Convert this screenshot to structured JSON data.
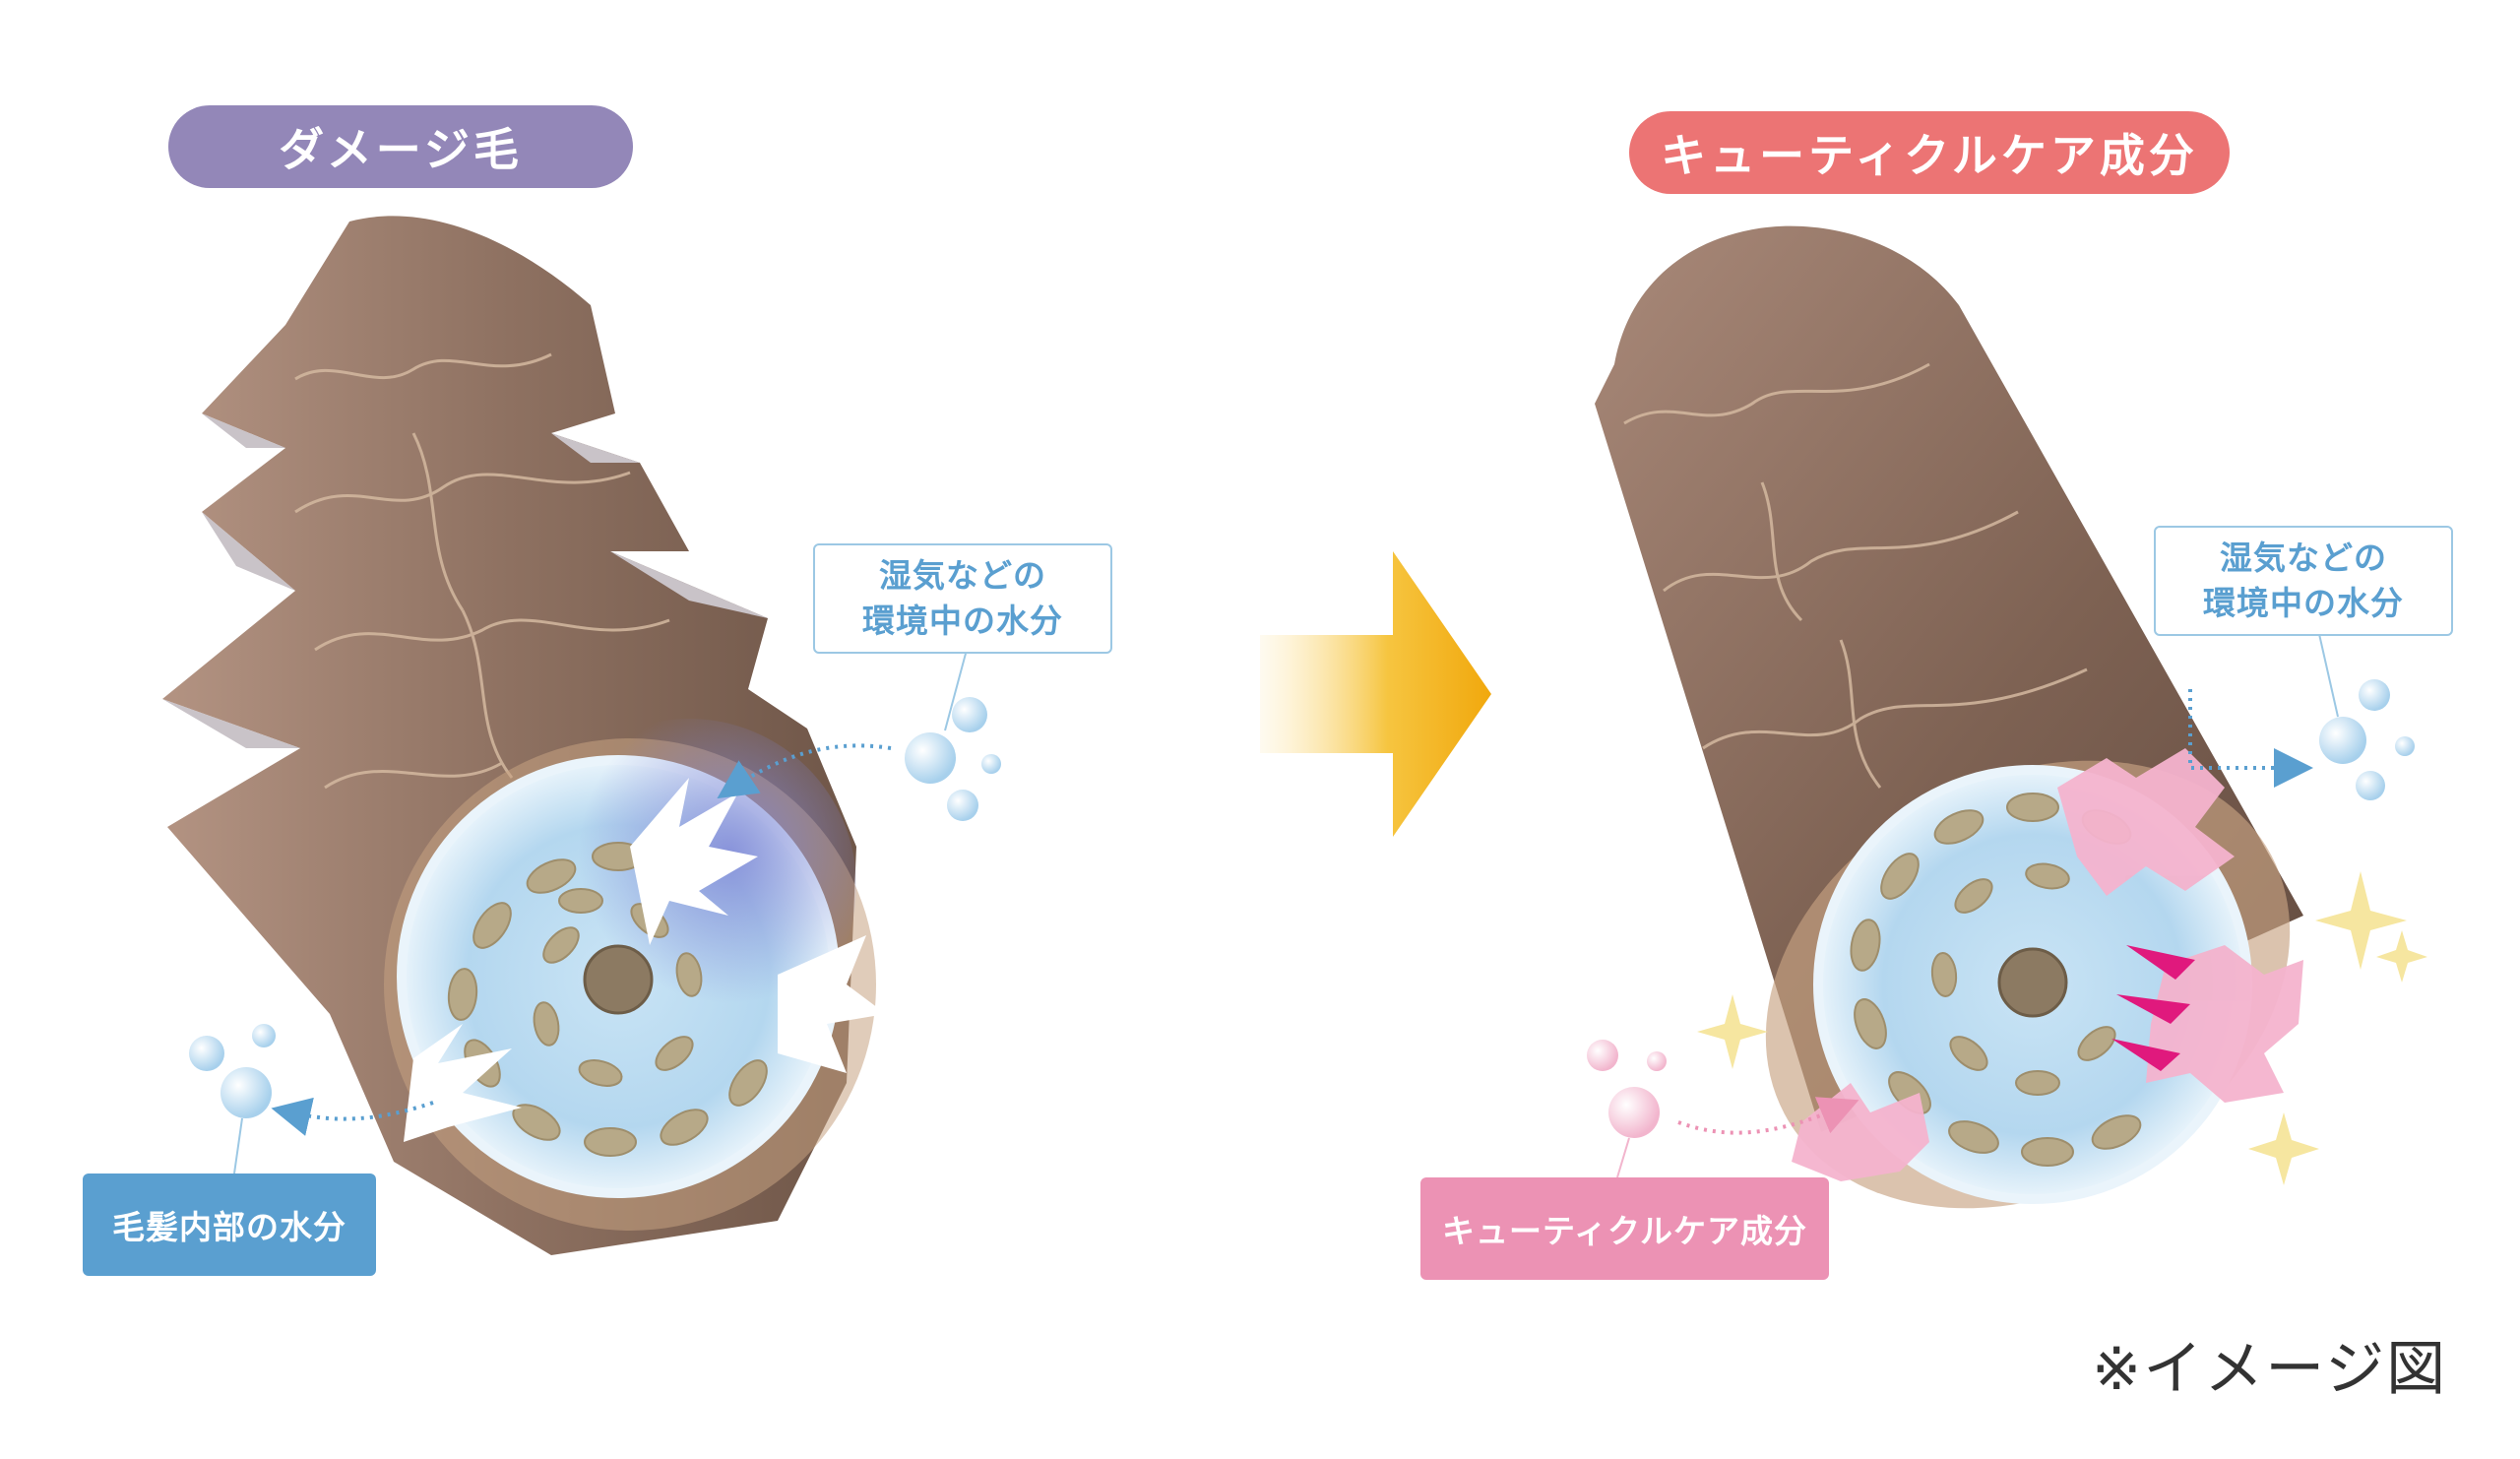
{
  "left_panel": {
    "title": "ダメージ毛",
    "callout_line1": "湿気などの",
    "callout_line2": "環境中の水分",
    "tag": "毛髪内部の水分"
  },
  "right_panel": {
    "title": "キューティクルケア成分",
    "callout_line1": "湿気などの",
    "callout_line2": "環境中の水分",
    "tag": "キューティクルケア成分"
  },
  "note": "※イメージ図",
  "colors": {
    "damaged_title": "#9387b8",
    "care_title": "#ec7474",
    "moisture_blue": "#5a9fd0",
    "care_pink": "#ec92b4",
    "hair_brown": "#8e7161",
    "arrow_gold": "#f1b21a"
  }
}
